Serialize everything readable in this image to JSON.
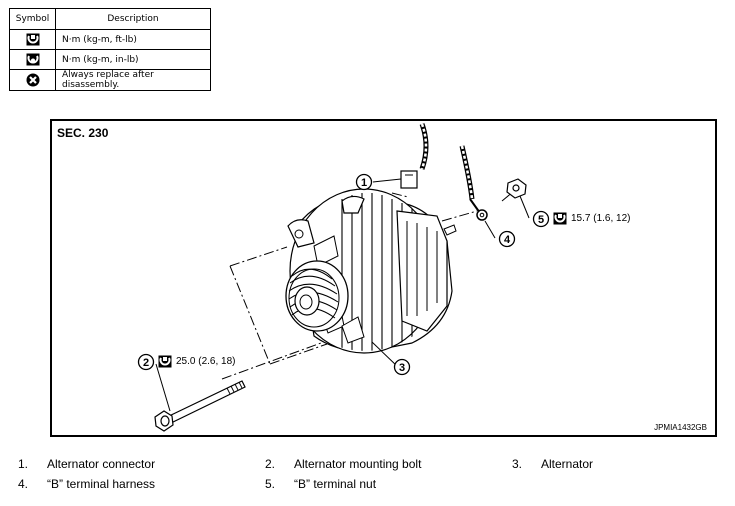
{
  "legend": {
    "header": {
      "symbol": "Symbol",
      "description": "Description"
    },
    "rows": [
      {
        "icon": "torque-ft-lb-icon",
        "description": "N·m (kg-m, ft-lb)"
      },
      {
        "icon": "torque-in-lb-icon",
        "description": "N·m (kg-m, in-lb)"
      },
      {
        "icon": "always-replace-icon",
        "description": "Always replace after disassembly."
      }
    ]
  },
  "figure": {
    "section": "SEC. 230",
    "code": "JPMIA1432GB",
    "callouts": [
      {
        "num": "1"
      },
      {
        "num": "2",
        "torque": "25.0 (2.6, 18)"
      },
      {
        "num": "3"
      },
      {
        "num": "4"
      },
      {
        "num": "5",
        "torque": "15.7 (1.6, 12)"
      }
    ]
  },
  "parts": [
    {
      "num": "1.",
      "name": "Alternator connector"
    },
    {
      "num": "2.",
      "name": "Alternator mounting bolt"
    },
    {
      "num": "3.",
      "name": "Alternator"
    },
    {
      "num": "4.",
      "name": "“B” terminal harness"
    },
    {
      "num": "5.",
      "name": "“B” terminal nut"
    }
  ]
}
